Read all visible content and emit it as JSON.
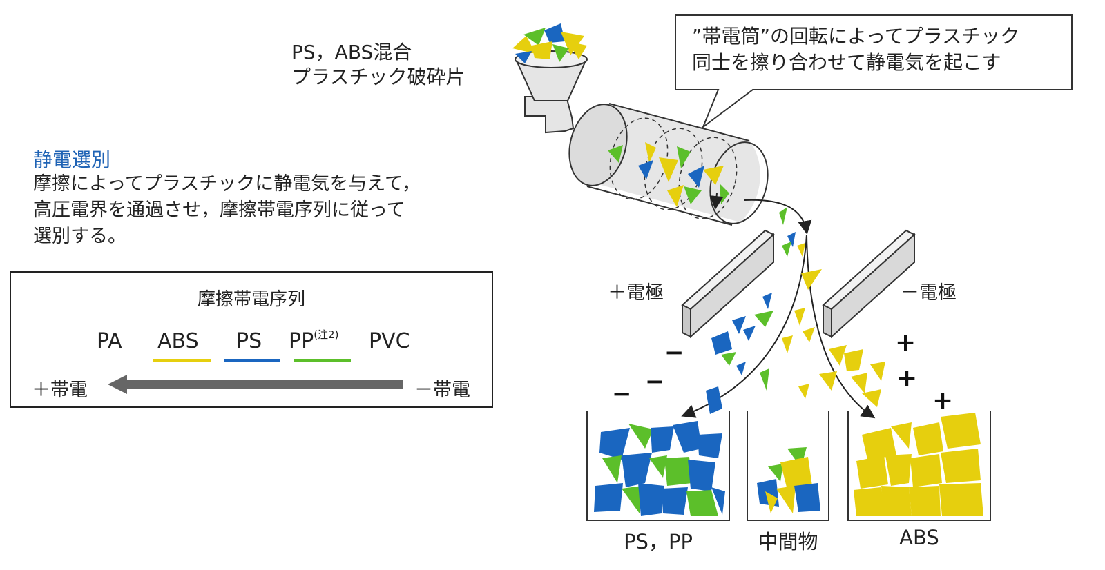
{
  "input_label": {
    "line1": "PS，ABS混合",
    "line2": "プラスチック破砕片"
  },
  "method": {
    "title": "静電選別",
    "desc_line1": "摩擦によってプラスチックに静電気を与えて，",
    "desc_line2": "高圧電界を通過させ，摩擦帯電序列に従って",
    "desc_line3": "選別する。"
  },
  "series": {
    "title": "摩擦帯電序列",
    "materials": [
      {
        "label": "PA"
      },
      {
        "label": "ABS",
        "underline_color": "#e6cf0e"
      },
      {
        "label": "PS",
        "underline_color": "#1a66c0"
      },
      {
        "label": "PP",
        "underline_color": "#5cbf2a"
      },
      {
        "label": "PVC"
      }
    ],
    "note": "(注2)",
    "positive_label": "＋帯電",
    "negative_label": "－帯電",
    "arrow_color": "#666666"
  },
  "callout": {
    "line1": "”帯電筒”の回転によってプラスチック",
    "line2": "同士を擦り合わせて静電気を起こす"
  },
  "electrodes": {
    "positive": "＋電極",
    "negative": "－電極"
  },
  "bins": [
    {
      "label": "PS，PP"
    },
    {
      "label": "中間物"
    },
    {
      "label": "ABS"
    }
  ],
  "signs": {
    "minus": "－",
    "plus": "＋"
  },
  "colors": {
    "yellow": "#e6cf0e",
    "blue": "#1a66c0",
    "green": "#5cbf2a",
    "accent_text": "#1f63b5"
  }
}
